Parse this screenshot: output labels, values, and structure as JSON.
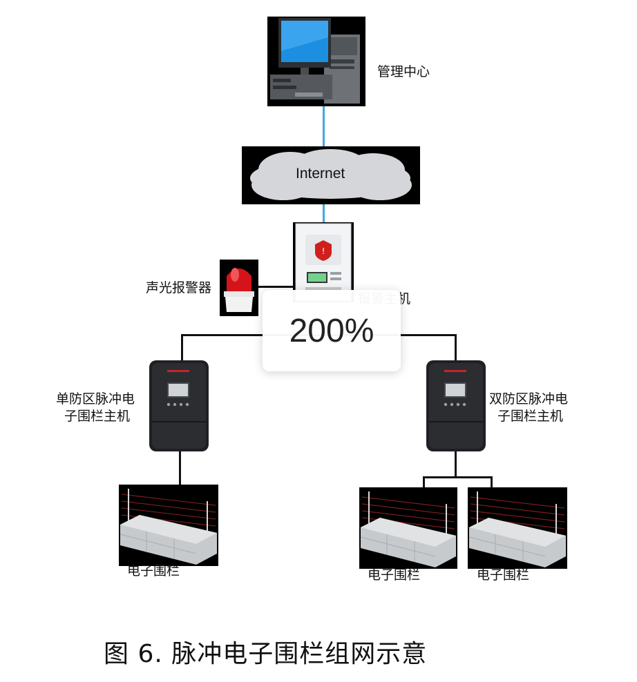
{
  "nodes": {
    "management_center": "管理中心",
    "internet": "Internet",
    "alarm_siren": "声光报警器",
    "alarm_host": "报警主机",
    "single_zone_line1": "单防区脉冲电",
    "single_zone_line2": "子围栏主机",
    "dual_zone_line1": "双防区脉冲电",
    "dual_zone_line2": "子围栏主机",
    "fence_1": "电子围栏",
    "fence_2": "电子围栏",
    "fence_3": "电子围栏"
  },
  "zoom_indicator": "200%",
  "caption": "图 6. 脉冲电子围栏组网示意"
}
